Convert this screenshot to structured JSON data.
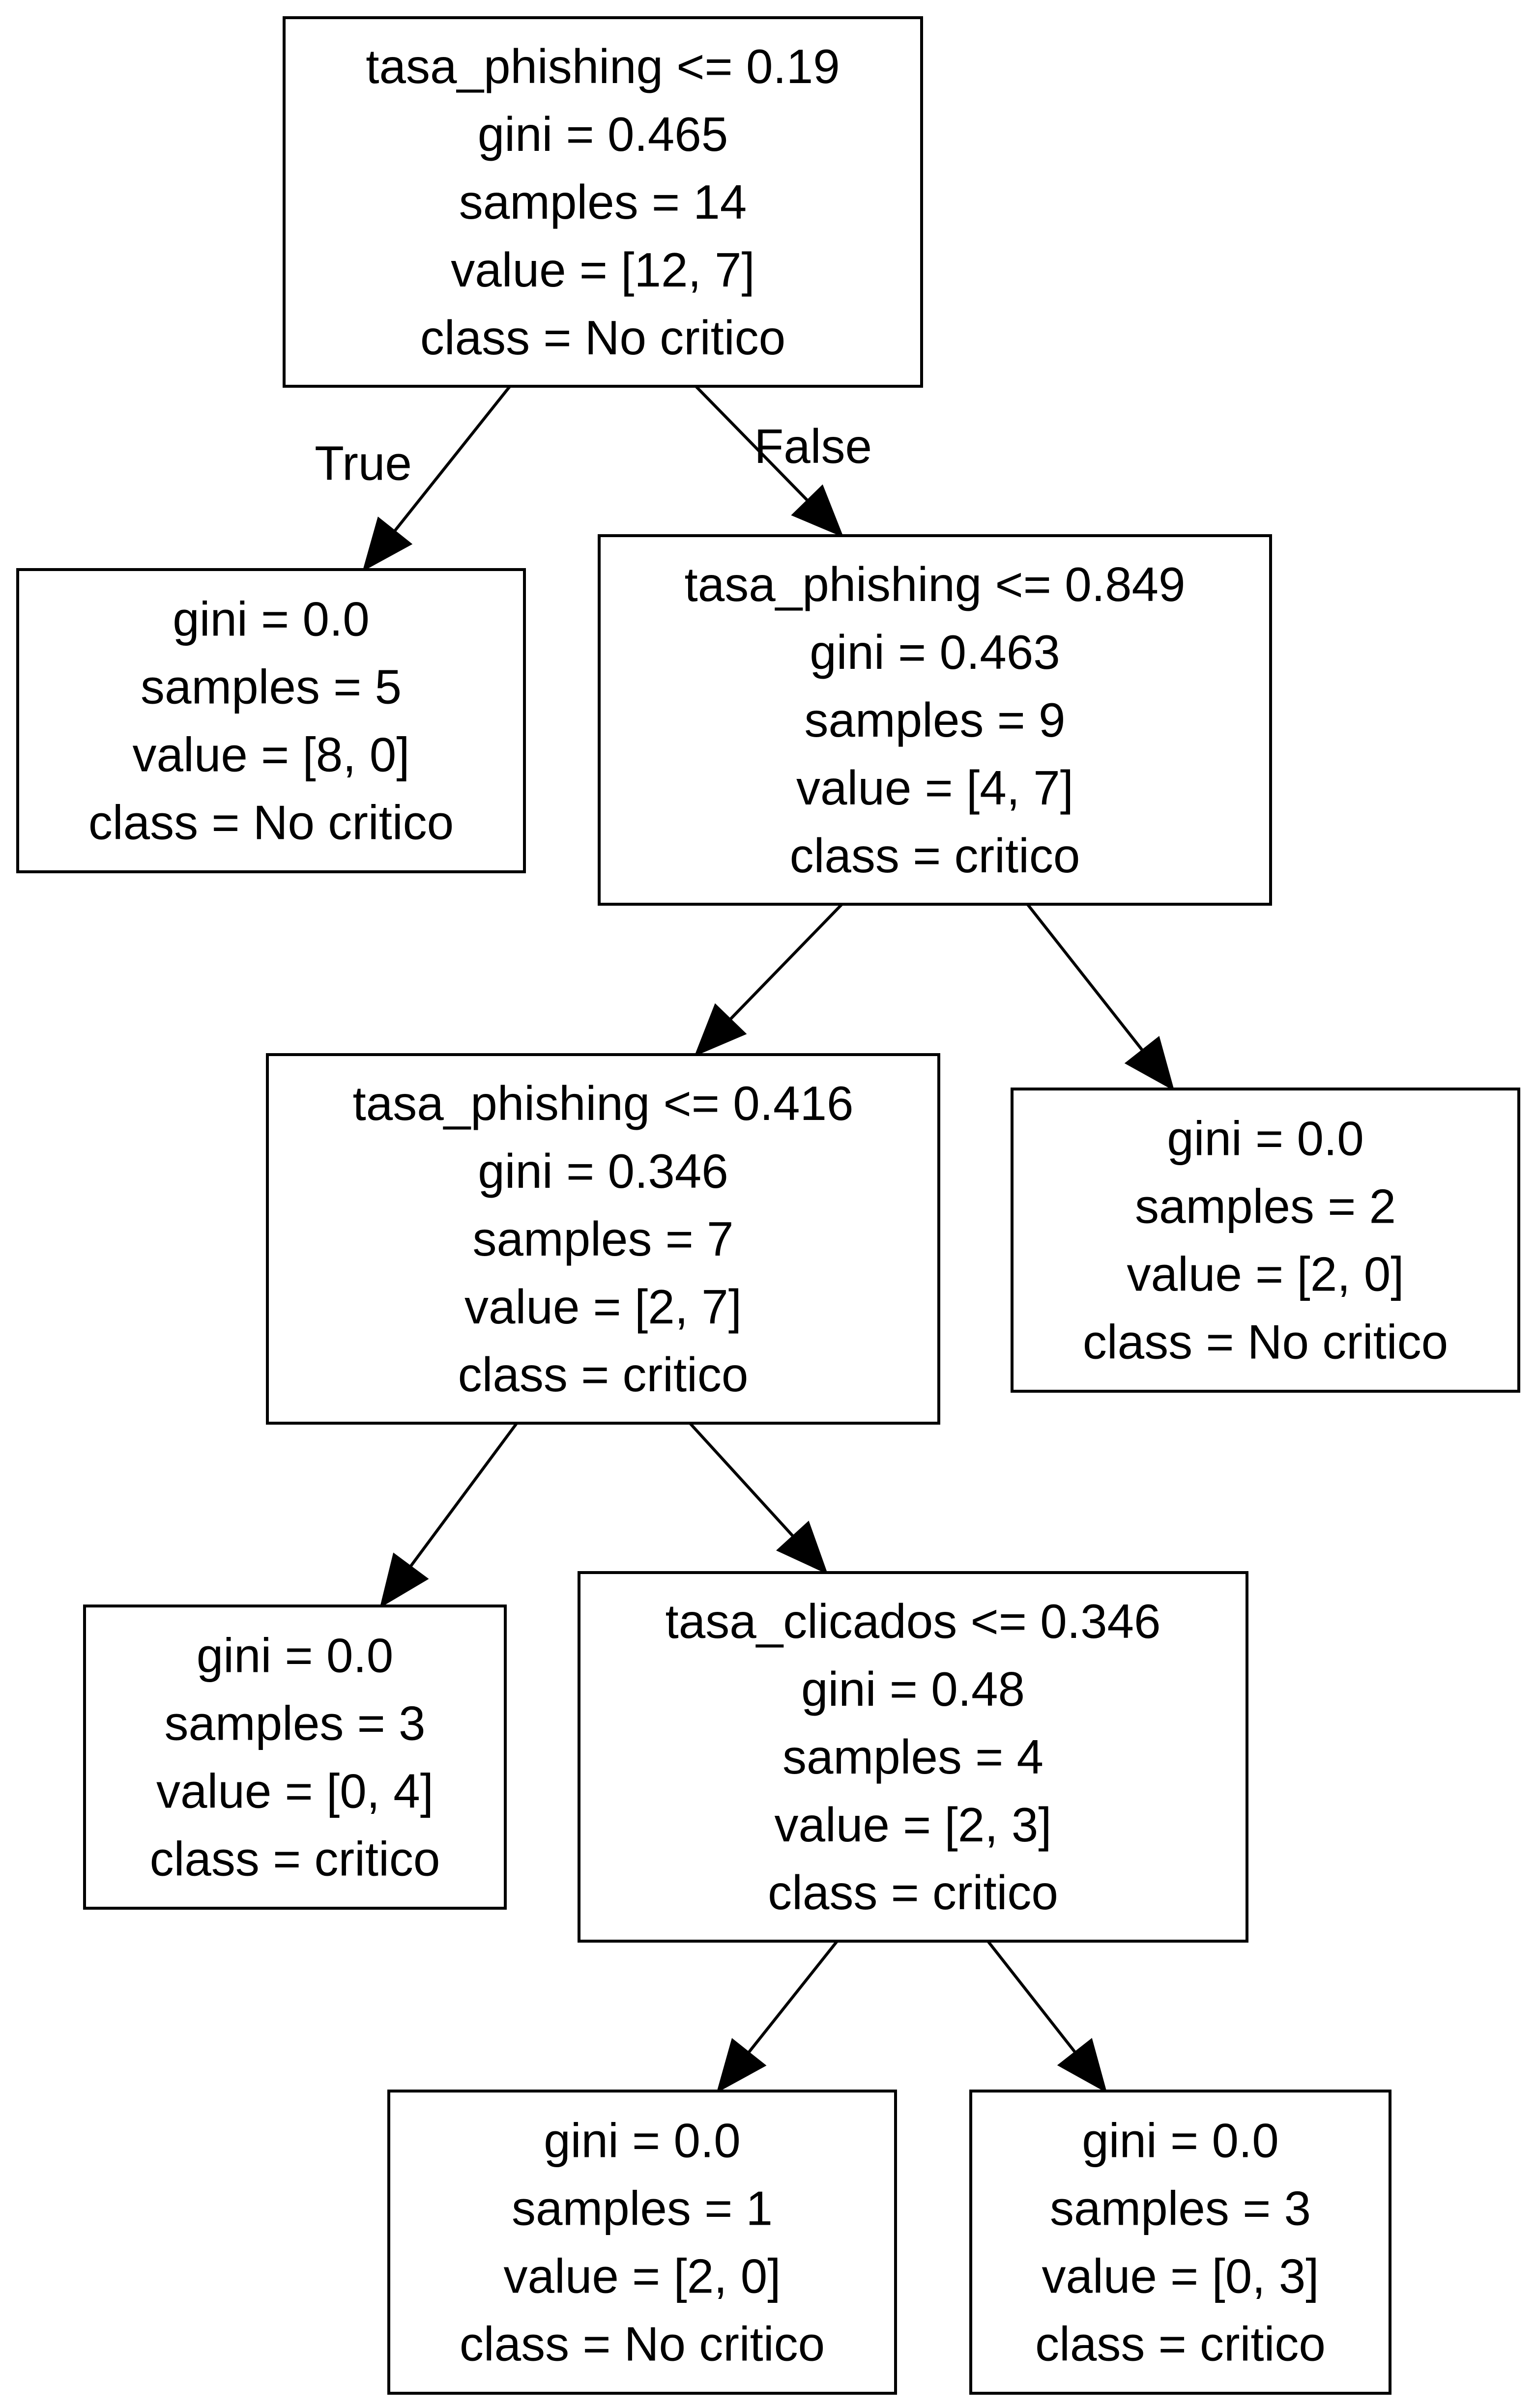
{
  "tree": {
    "nodes": [
      {
        "id": "n0",
        "lines": [
          "tasa_phishing <= 0.19",
          "gini = 0.465",
          "samples = 14",
          "value = [12, 7]",
          "class = No critico"
        ]
      },
      {
        "id": "n1",
        "lines": [
          "gini = 0.0",
          "samples = 5",
          "value = [8, 0]",
          "class = No critico"
        ]
      },
      {
        "id": "n2",
        "lines": [
          "tasa_phishing <= 0.849",
          "gini = 0.463",
          "samples = 9",
          "value = [4, 7]",
          "class = critico"
        ]
      },
      {
        "id": "n3",
        "lines": [
          "tasa_phishing <= 0.416",
          "gini = 0.346",
          "samples = 7",
          "value = [2, 7]",
          "class = critico"
        ]
      },
      {
        "id": "n4",
        "lines": [
          "gini = 0.0",
          "samples = 2",
          "value = [2, 0]",
          "class = No critico"
        ]
      },
      {
        "id": "n5",
        "lines": [
          "gini = 0.0",
          "samples = 3",
          "value = [0, 4]",
          "class = critico"
        ]
      },
      {
        "id": "n6",
        "lines": [
          "tasa_clicados <= 0.346",
          "gini = 0.48",
          "samples = 4",
          "value = [2, 3]",
          "class = critico"
        ]
      },
      {
        "id": "n7",
        "lines": [
          "gini = 0.0",
          "samples = 1",
          "value = [2, 0]",
          "class = No critico"
        ]
      },
      {
        "id": "n8",
        "lines": [
          "gini = 0.0",
          "samples = 3",
          "value = [0, 3]",
          "class = critico"
        ]
      }
    ],
    "edges": [
      {
        "from": "n0",
        "to": "n1",
        "label": "True"
      },
      {
        "from": "n0",
        "to": "n2",
        "label": "False"
      },
      {
        "from": "n2",
        "to": "n3",
        "label": ""
      },
      {
        "from": "n2",
        "to": "n4",
        "label": ""
      },
      {
        "from": "n3",
        "to": "n5",
        "label": ""
      },
      {
        "from": "n3",
        "to": "n6",
        "label": ""
      },
      {
        "from": "n6",
        "to": "n7",
        "label": ""
      },
      {
        "from": "n6",
        "to": "n8",
        "label": ""
      }
    ]
  }
}
